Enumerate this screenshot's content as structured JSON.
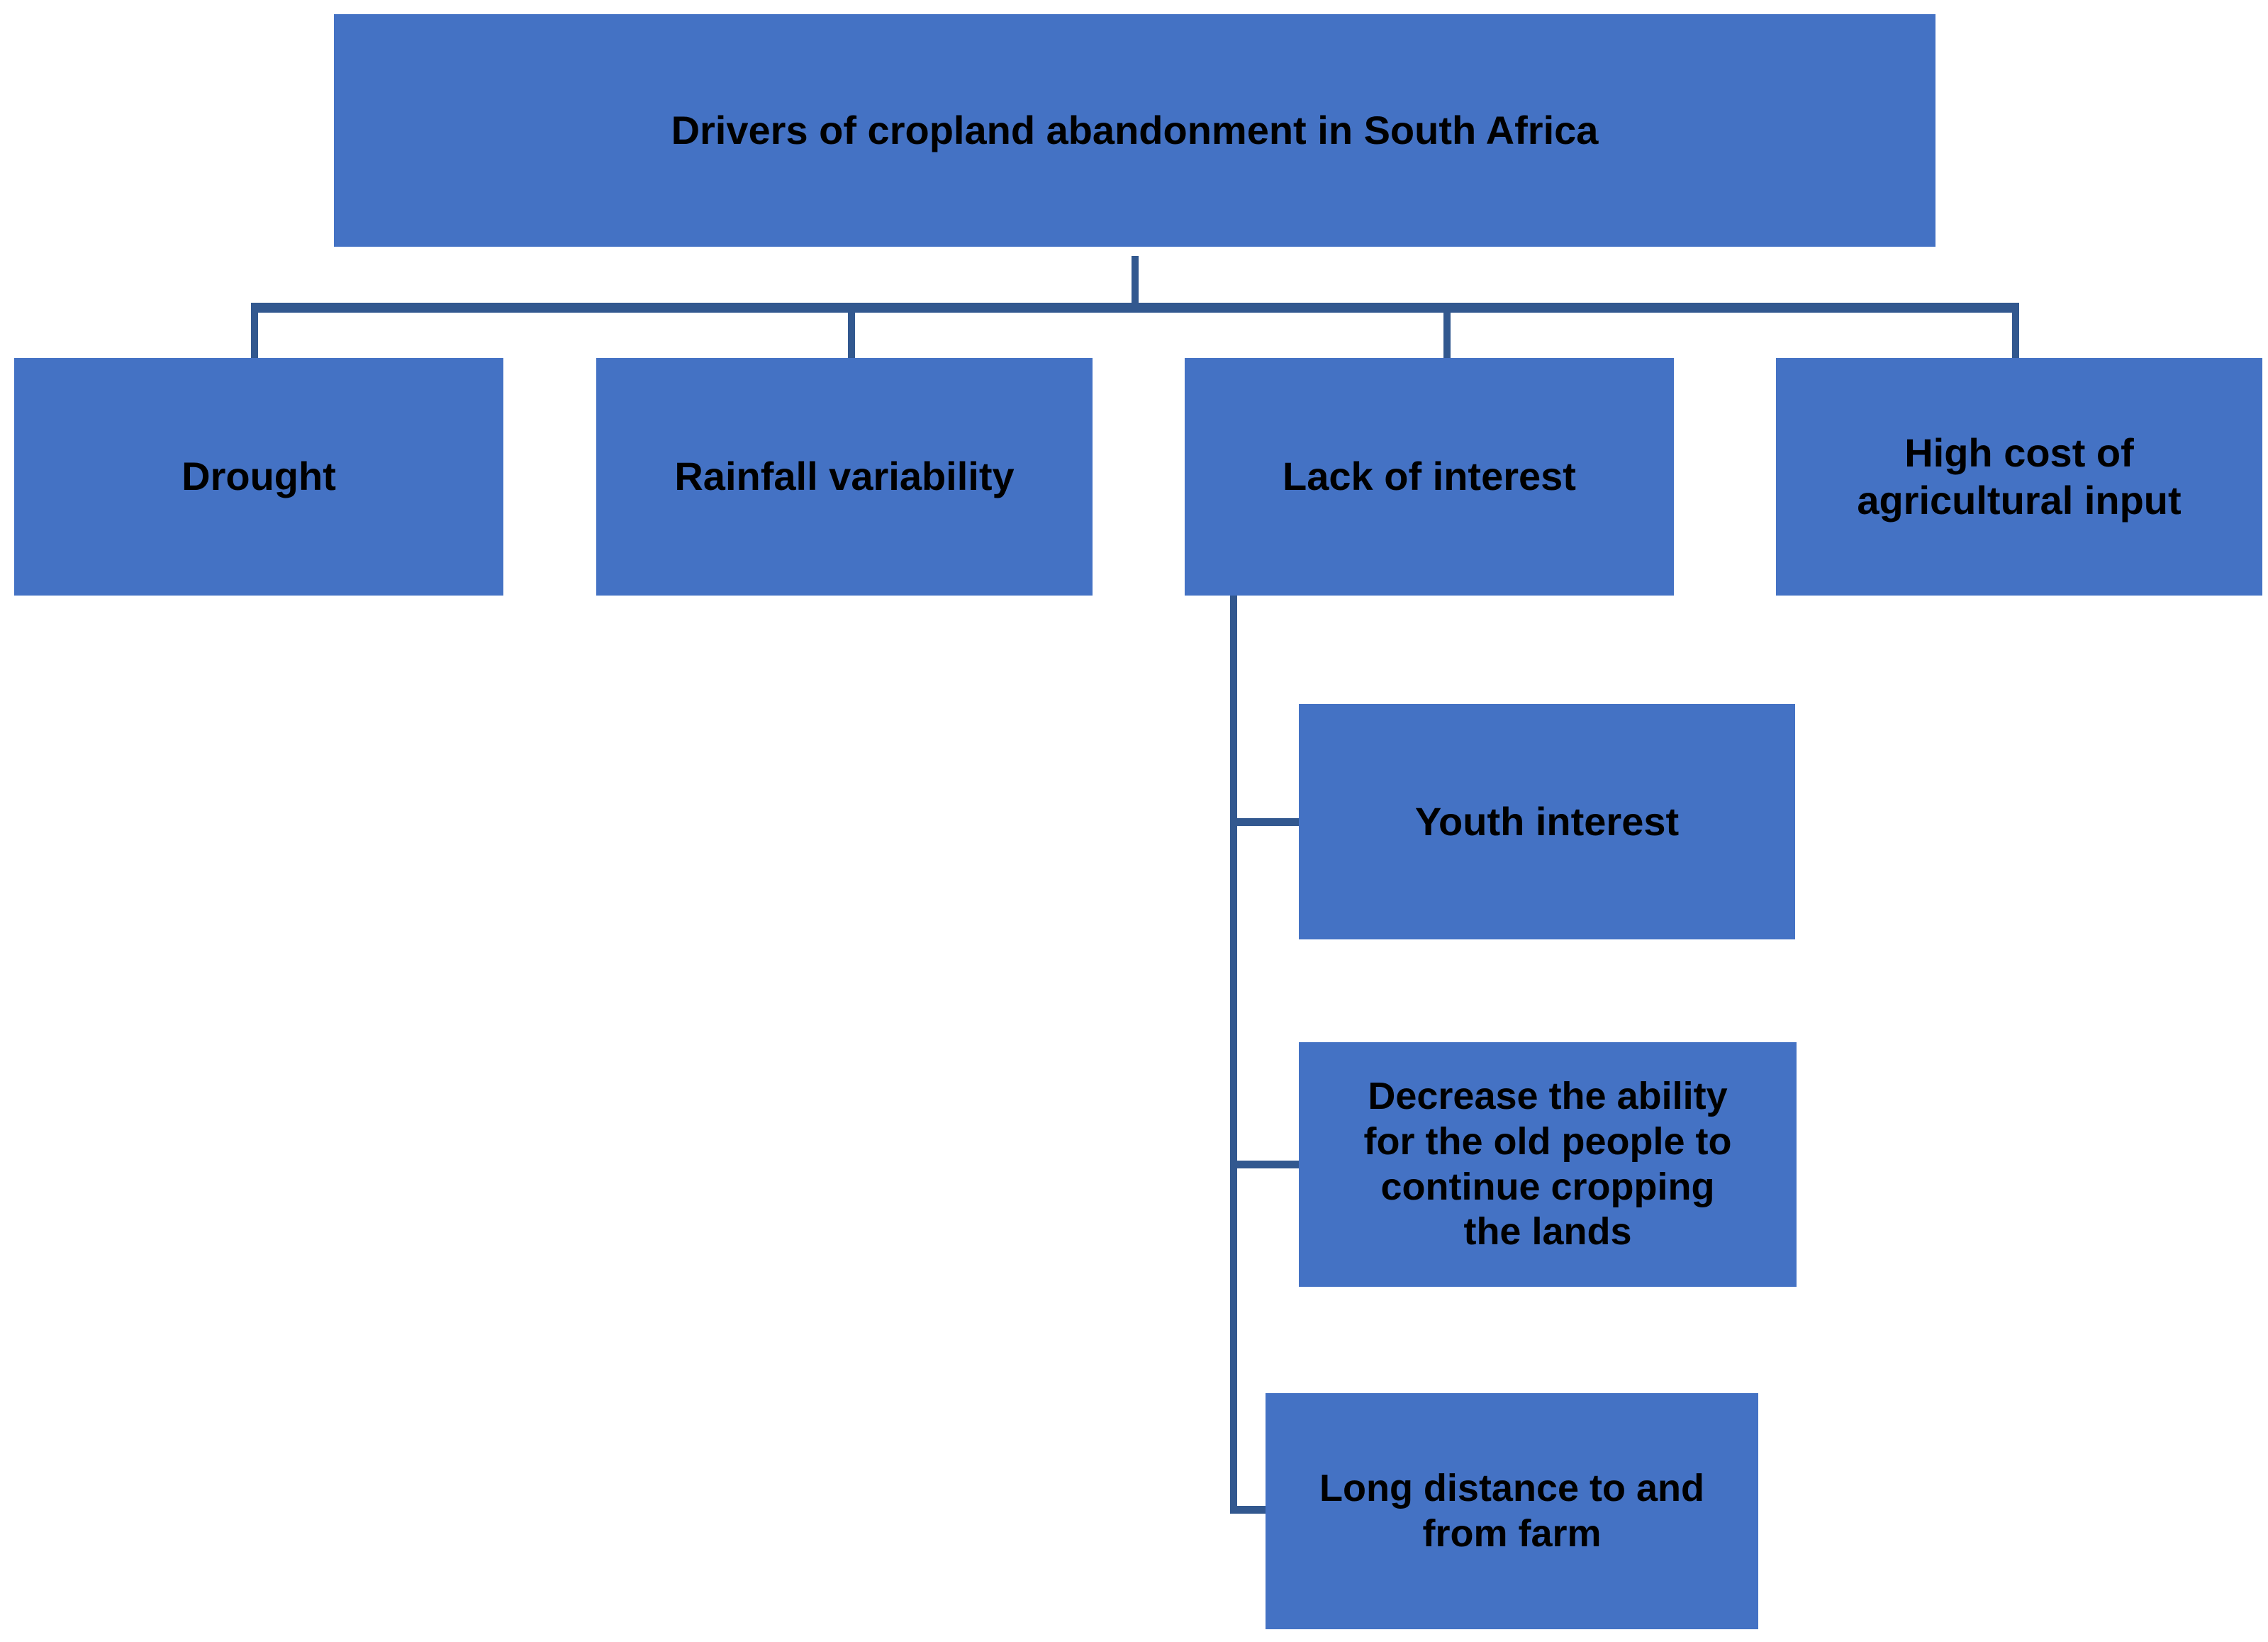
{
  "theme": {
    "box_fill": "#4472C4",
    "connector_color": "#32588F",
    "text_color": "#000000",
    "background": "#FFFFFF"
  },
  "diagram": {
    "type": "hierarchy-tree",
    "root": {
      "id": "root",
      "label": "Drivers of cropland abandonment in South Africa"
    },
    "level2": [
      {
        "id": "drought",
        "label": "Drought"
      },
      {
        "id": "rainfall",
        "label": "Rainfall variability"
      },
      {
        "id": "lack",
        "label": "Lack of interest"
      },
      {
        "id": "highcost",
        "label": "High cost of\nagricultural input"
      }
    ],
    "level3_parent": "lack",
    "level3": [
      {
        "id": "youth",
        "label": "Youth interest"
      },
      {
        "id": "decrease",
        "label": "Decrease the ability\nfor the old people to\ncontinue cropping\nthe lands"
      },
      {
        "id": "longdist",
        "label": "Long distance to and\nfrom farm"
      }
    ]
  }
}
